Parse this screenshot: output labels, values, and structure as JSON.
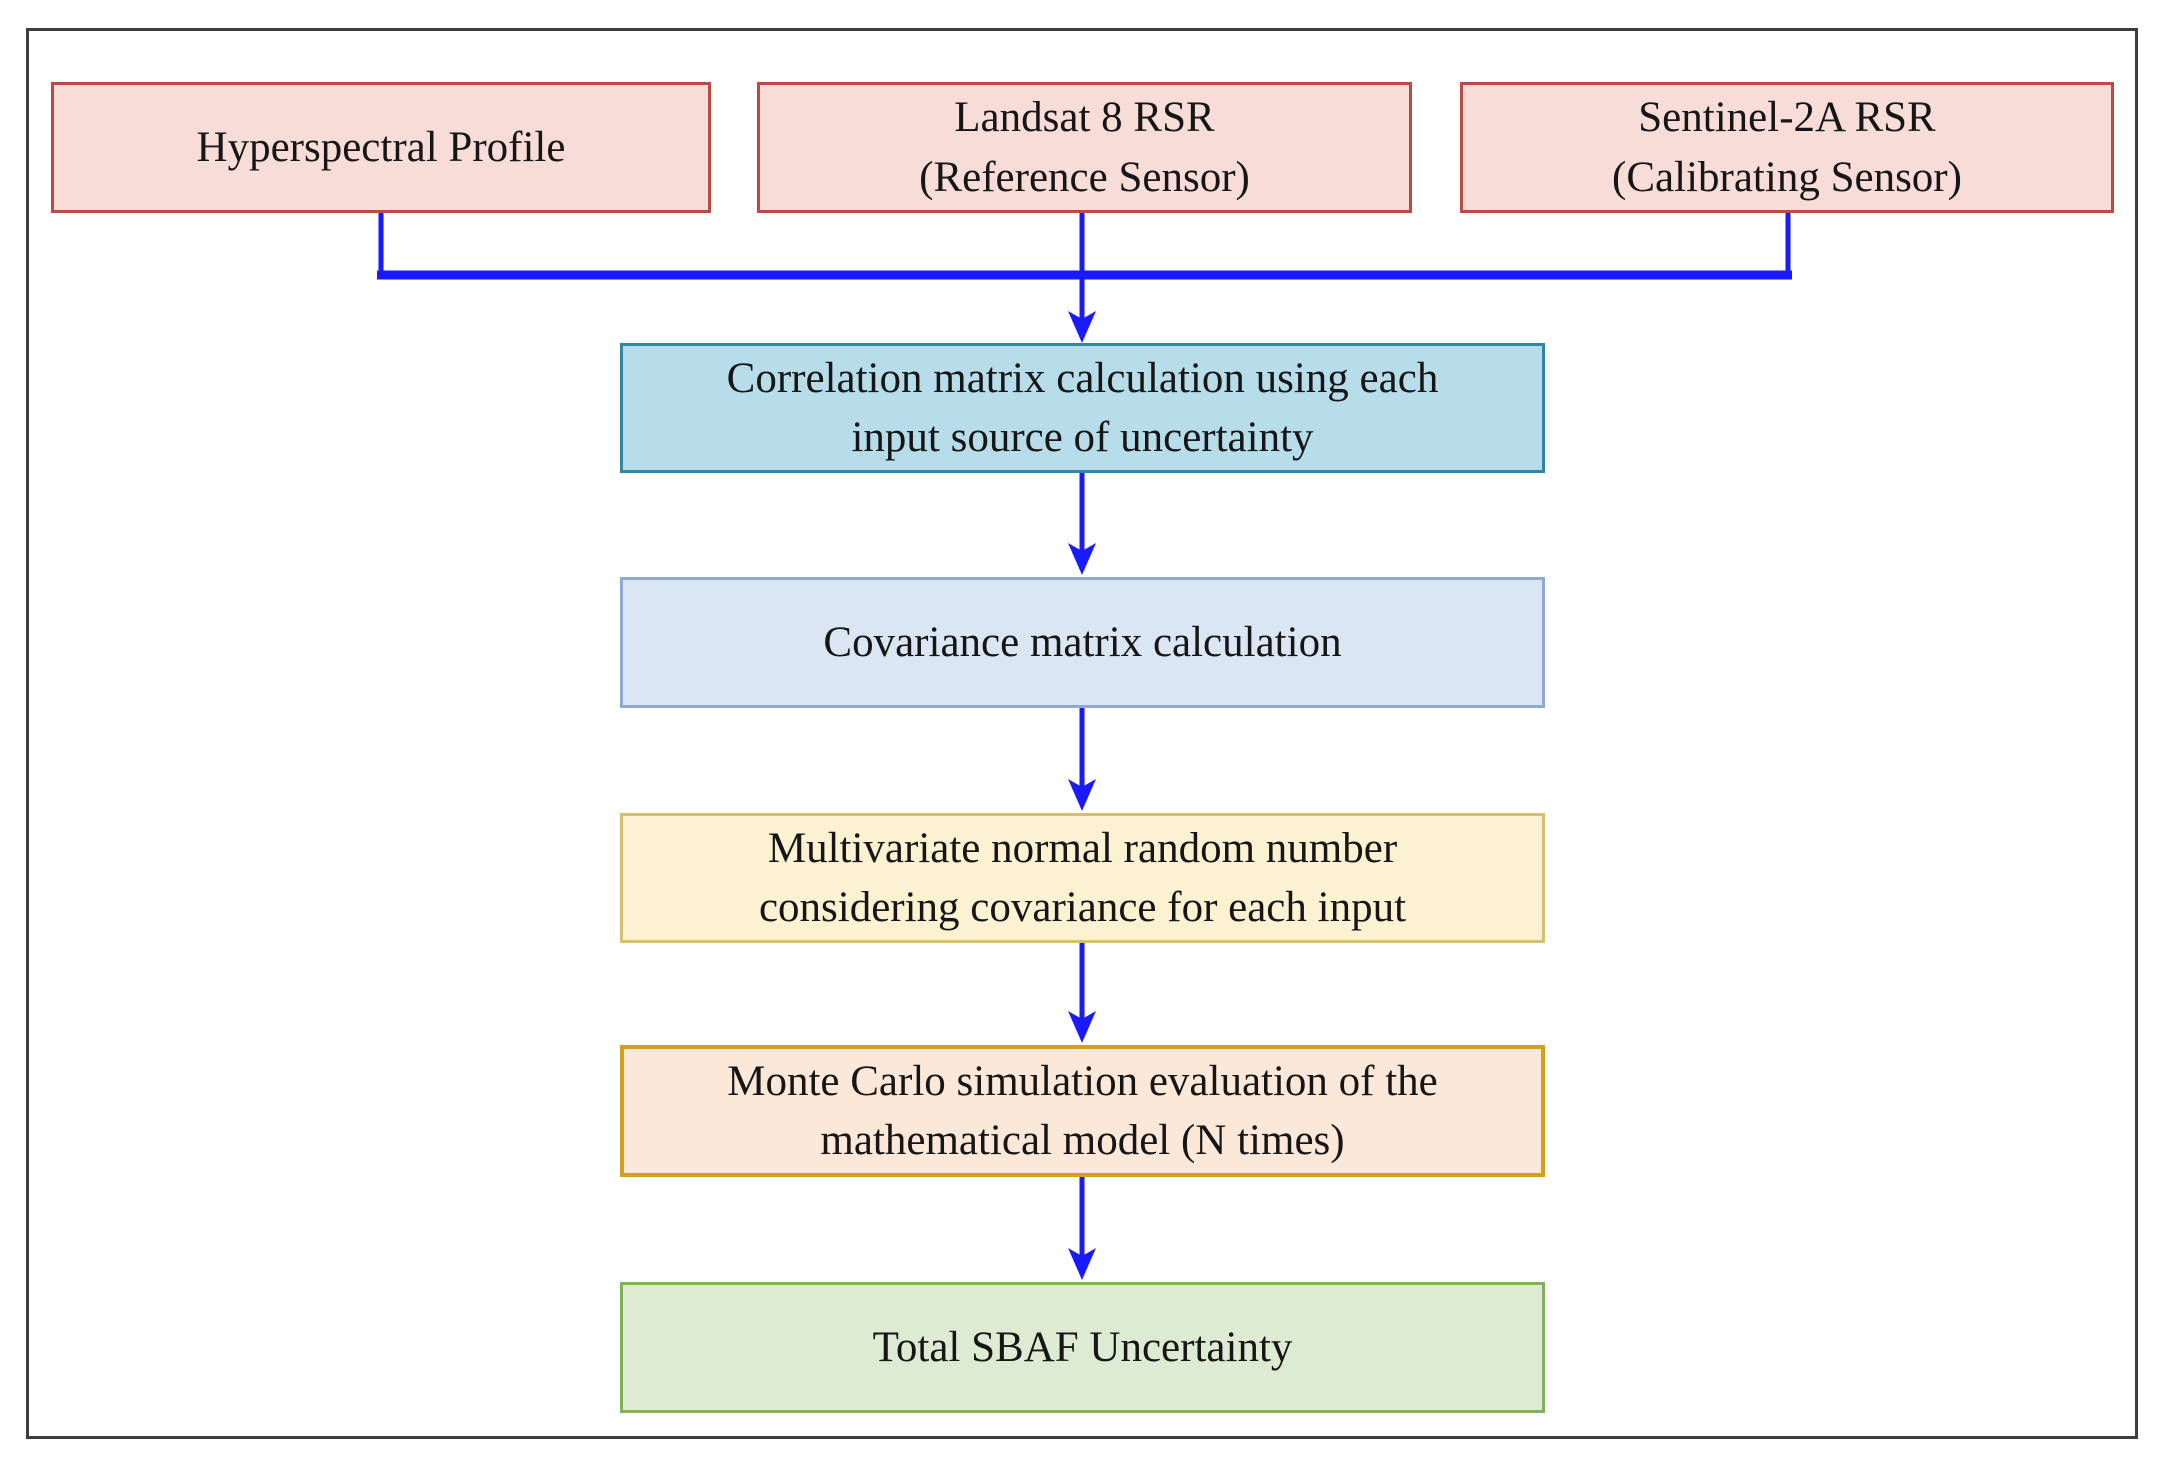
{
  "palette": {
    "background": "#ffffff",
    "frame_border": "#3d3d3d",
    "connector_blue": "#1a1aff",
    "text": "#161616"
  },
  "nodes": {
    "hyperspectral": {
      "label": "Hyperspectral Profile",
      "fill": "#f8dcd7",
      "border": "#b94a45"
    },
    "landsat": {
      "label": "Landsat 8 RSR\n(Reference Sensor)",
      "fill": "#f8dcd7",
      "border": "#b94a45"
    },
    "sentinel": {
      "label": "Sentinel-2A RSR\n(Calibrating Sensor)",
      "fill": "#f8dcd7",
      "border": "#b94a45"
    },
    "correlation": {
      "label": "Correlation matrix calculation using each\ninput source of uncertainty",
      "fill": "#b7ddea",
      "border": "#2e86a8"
    },
    "covariance": {
      "label": "Covariance matrix calculation",
      "fill": "#dbe6f5",
      "border": "#8fa9d0"
    },
    "multivariate": {
      "label": "Multivariate normal random number\nconsidering covariance for each input",
      "fill": "#fcf2d2",
      "border": "#d6bf6e"
    },
    "montecarlo": {
      "label": "Monte Carlo simulation evaluation of the\nmathematical model (N times)",
      "fill": "#fce8d9",
      "border": "#d4a017"
    },
    "total": {
      "label": "Total SBAF Uncertainty",
      "fill": "#deebd3",
      "border": "#7fb25b"
    }
  },
  "flow": [
    {
      "from": [
        "hyperspectral",
        "landsat",
        "sentinel"
      ],
      "to": "correlation"
    },
    {
      "from": [
        "correlation"
      ],
      "to": "covariance"
    },
    {
      "from": [
        "covariance"
      ],
      "to": "multivariate"
    },
    {
      "from": [
        "multivariate"
      ],
      "to": "montecarlo"
    },
    {
      "from": [
        "montecarlo"
      ],
      "to": "total"
    }
  ]
}
